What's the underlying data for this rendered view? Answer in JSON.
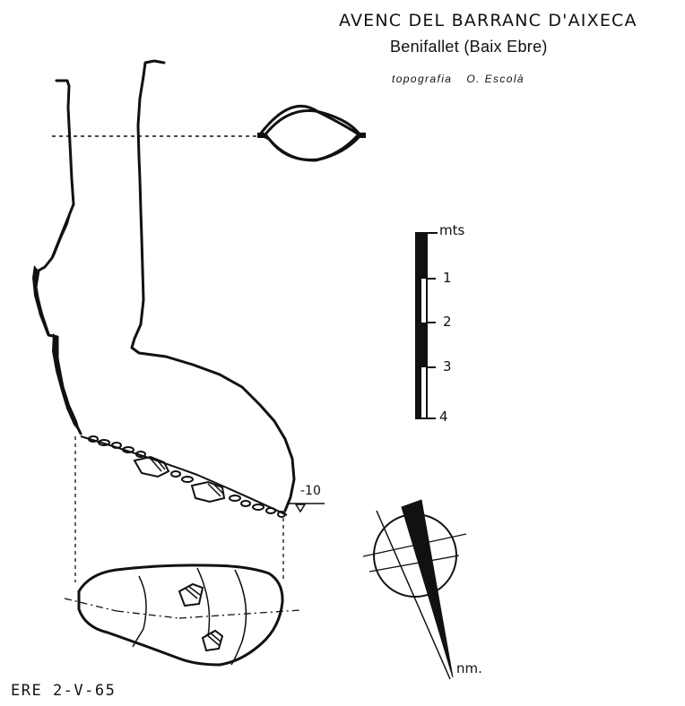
{
  "header": {
    "title": "AVENC DEL BARRANC D'AIXECA",
    "subtitle": "Benifallet (Baix Ebre)",
    "credit_label": "topografia",
    "credit_author": "O. Escolà"
  },
  "scale_bar": {
    "unit": "mts",
    "ticks": [
      "1",
      "2",
      "3",
      "4"
    ]
  },
  "section": {
    "depth_label": "-10"
  },
  "north_arrow": {
    "label": "nm."
  },
  "footer": {
    "code": "ERE 2-V-65"
  }
}
